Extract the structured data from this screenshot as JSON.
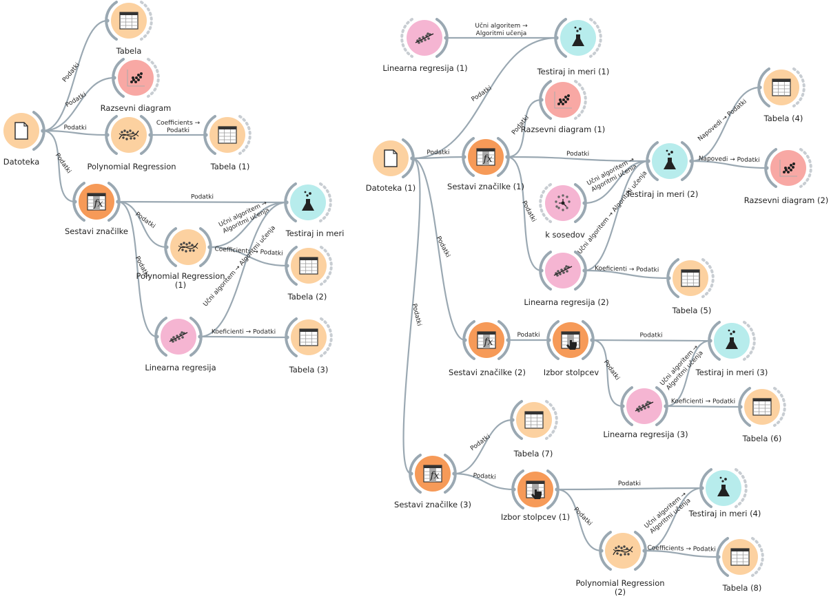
{
  "canvas_title": "Orange workflow canvas",
  "colors": {
    "file": "#fcd1a0",
    "table": "#fcd1a0",
    "scatter": "#f8a8a4",
    "polynomial": "#fcd1a0",
    "feature": "#f69a58",
    "test": "#b7ecec",
    "linear": "#f5b5d2",
    "knn": "#f5b5d2",
    "select": "#f69a58",
    "link": "#9aa8b2",
    "dashed": "#c8cdd2"
  },
  "nodes": [
    {
      "id": "datoteka",
      "label": "Datoteka",
      "icon": "file-icon",
      "kind": "file"
    },
    {
      "id": "tabela",
      "label": "Tabela",
      "icon": "table-icon",
      "kind": "table"
    },
    {
      "id": "razsevni",
      "label": "Razsevni diagram",
      "icon": "scatter-plot-icon",
      "kind": "scatter"
    },
    {
      "id": "poly",
      "label": "Polynomial Regression",
      "icon": "polynomial-regression-icon",
      "kind": "polynomial"
    },
    {
      "id": "tabela1",
      "label": "Tabela (1)",
      "icon": "table-icon",
      "kind": "table"
    },
    {
      "id": "sestavi",
      "label": "Sestavi značilke",
      "icon": "feature-constructor-icon",
      "kind": "feature"
    },
    {
      "id": "testiraj",
      "label": "Testiraj in meri",
      "icon": "test-flask-icon",
      "kind": "test"
    },
    {
      "id": "poly1",
      "label": "Polynomial Regression\n(1)",
      "icon": "polynomial-regression-icon",
      "kind": "polynomial"
    },
    {
      "id": "tabela2",
      "label": "Tabela (2)",
      "icon": "table-icon",
      "kind": "table"
    },
    {
      "id": "linreg",
      "label": "Linearna regresija",
      "icon": "linear-regression-icon",
      "kind": "linear"
    },
    {
      "id": "tabela3",
      "label": "Tabela (3)",
      "icon": "table-icon",
      "kind": "table"
    },
    {
      "id": "linreg1",
      "label": "Linearna regresija (1)",
      "icon": "linear-regression-icon",
      "kind": "linear"
    },
    {
      "id": "testiraj1",
      "label": "Testiraj in meri (1)",
      "icon": "test-flask-icon",
      "kind": "test"
    },
    {
      "id": "datoteka1",
      "label": "Datoteka (1)",
      "icon": "file-icon",
      "kind": "file"
    },
    {
      "id": "sestavi1",
      "label": "Sestavi značilke (1)",
      "icon": "feature-constructor-icon",
      "kind": "feature"
    },
    {
      "id": "razsevni1",
      "label": "Razsevni diagram (1)",
      "icon": "scatter-plot-icon",
      "kind": "scatter"
    },
    {
      "id": "testiraj2",
      "label": "Testiraj in meri (2)",
      "icon": "test-flask-icon",
      "kind": "test"
    },
    {
      "id": "tabela4",
      "label": "Tabela (4)",
      "icon": "table-icon",
      "kind": "table"
    },
    {
      "id": "razsevni2",
      "label": "Razsevni diagram (2)",
      "icon": "scatter-plot-icon",
      "kind": "scatter"
    },
    {
      "id": "ksosedov",
      "label": "k sosedov",
      "icon": "knn-icon",
      "kind": "knn"
    },
    {
      "id": "linreg2",
      "label": "Linearna regresija (2)",
      "icon": "linear-regression-icon",
      "kind": "linear"
    },
    {
      "id": "tabela5",
      "label": "Tabela (5)",
      "icon": "table-icon",
      "kind": "table"
    },
    {
      "id": "sestavi2",
      "label": "Sestavi značilke (2)",
      "icon": "feature-constructor-icon",
      "kind": "feature"
    },
    {
      "id": "izbor",
      "label": "Izbor stolpcev",
      "icon": "select-columns-icon",
      "kind": "select"
    },
    {
      "id": "testiraj3",
      "label": "Testiraj in meri (3)",
      "icon": "test-flask-icon",
      "kind": "test"
    },
    {
      "id": "linreg3",
      "label": "Linearna regresija (3)",
      "icon": "linear-regression-icon",
      "kind": "linear"
    },
    {
      "id": "tabela6",
      "label": "Tabela (6)",
      "icon": "table-icon",
      "kind": "table"
    },
    {
      "id": "tabela7",
      "label": "Tabela (7)",
      "icon": "table-icon",
      "kind": "table"
    },
    {
      "id": "sestavi3",
      "label": "Sestavi značilke (3)",
      "icon": "feature-constructor-icon",
      "kind": "feature"
    },
    {
      "id": "izbor1",
      "label": "Izbor stolpcev (1)",
      "icon": "select-columns-icon",
      "kind": "select"
    },
    {
      "id": "testiraj4",
      "label": "Testiraj in meri (4)",
      "icon": "test-flask-icon",
      "kind": "test"
    },
    {
      "id": "poly2",
      "label": "Polynomial Regression\n(2)",
      "icon": "polynomial-regression-icon",
      "kind": "polynomial"
    },
    {
      "id": "tabela8",
      "label": "Tabela (8)",
      "icon": "table-icon",
      "kind": "table"
    }
  ],
  "links": [
    {
      "from": "datoteka",
      "to": "tabela",
      "label": "Podatki"
    },
    {
      "from": "datoteka",
      "to": "razsevni",
      "label": "Podatki"
    },
    {
      "from": "datoteka",
      "to": "poly",
      "label": "Podatki"
    },
    {
      "from": "poly",
      "to": "tabela1",
      "label": "Coefficients →\nPodatki"
    },
    {
      "from": "datoteka",
      "to": "sestavi",
      "label": "Podatki"
    },
    {
      "from": "sestavi",
      "to": "testiraj",
      "label": "Podatki"
    },
    {
      "from": "sestavi",
      "to": "poly1",
      "label": "Podatki"
    },
    {
      "from": "poly1",
      "to": "testiraj",
      "label": "Učni algoritem →\nAlgoritmi učenja"
    },
    {
      "from": "poly1",
      "to": "tabela2",
      "label": "Coefficients → Podatki"
    },
    {
      "from": "sestavi",
      "to": "linreg",
      "label": "Podatki"
    },
    {
      "from": "linreg",
      "to": "testiraj",
      "label": "Učni algoritem → Algoritmi učenja"
    },
    {
      "from": "linreg",
      "to": "tabela3",
      "label": "Koeficienti → Podatki"
    },
    {
      "from": "linreg1",
      "to": "testiraj1",
      "label": "Učni algoritem →\nAlgoritmi učenja"
    },
    {
      "from": "datoteka1",
      "to": "testiraj1",
      "label": "Podatki"
    },
    {
      "from": "datoteka1",
      "to": "sestavi1",
      "label": "Podatki"
    },
    {
      "from": "sestavi1",
      "to": "razsevni1",
      "label": "Podatki"
    },
    {
      "from": "sestavi1",
      "to": "testiraj2",
      "label": "Podatki"
    },
    {
      "from": "testiraj2",
      "to": "tabela4",
      "label": "Napovedi → Podatki"
    },
    {
      "from": "testiraj2",
      "to": "razsevni2",
      "label": "Napovedi → Podatki"
    },
    {
      "from": "ksosedov",
      "to": "testiraj2",
      "label": "Učni algoritem →\nAlgoritmi učenja"
    },
    {
      "from": "sestavi1",
      "to": "linreg2",
      "label": "Podatki"
    },
    {
      "from": "linreg2",
      "to": "testiraj2",
      "label": "Učni algoritem → Algoritmi učenja"
    },
    {
      "from": "linreg2",
      "to": "tabela5",
      "label": "Koeficienti → Podatki"
    },
    {
      "from": "datoteka1",
      "to": "sestavi2",
      "label": "Podatki"
    },
    {
      "from": "sestavi2",
      "to": "izbor",
      "label": "Podatki"
    },
    {
      "from": "izbor",
      "to": "testiraj3",
      "label": "Podatki"
    },
    {
      "from": "izbor",
      "to": "linreg3",
      "label": "Podatki"
    },
    {
      "from": "linreg3",
      "to": "testiraj3",
      "label": "Učni algoritem →\nAlgoritmi učenja"
    },
    {
      "from": "linreg3",
      "to": "tabela6",
      "label": "Koeficienti → Podatki"
    },
    {
      "from": "datoteka1",
      "to": "sestavi3",
      "label": "Podatki"
    },
    {
      "from": "sestavi3",
      "to": "tabela7",
      "label": "Podatki"
    },
    {
      "from": "sestavi3",
      "to": "izbor1",
      "label": "Podatki"
    },
    {
      "from": "izbor1",
      "to": "testiraj4",
      "label": "Podatki"
    },
    {
      "from": "izbor1",
      "to": "poly2",
      "label": "Podatki"
    },
    {
      "from": "poly2",
      "to": "testiraj4",
      "label": "Učni algoritem →\nAlgoritmi učenja"
    },
    {
      "from": "poly2",
      "to": "tabela8",
      "label": "Coefficients → Podatki"
    }
  ]
}
